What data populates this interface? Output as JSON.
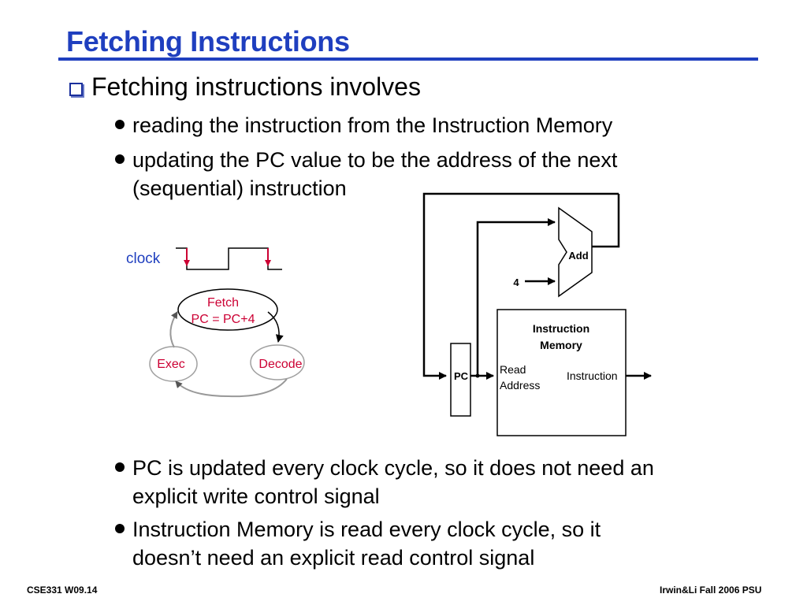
{
  "slide": {
    "title": "Fetching Instructions",
    "bullet": "Fetching instructions involves",
    "sub_bullets": [
      {
        "lines": [
          "reading the instruction from the Instruction Memory"
        ]
      },
      {
        "lines": [
          "updating the PC value to be the address of the next",
          "(sequential) instruction"
        ]
      },
      {
        "lines": [
          "PC is updated every clock cycle, so it does not need an",
          "explicit write control signal"
        ]
      },
      {
        "lines": [
          "Instruction Memory is read every clock cycle, so it",
          "doesn’t need an explicit read control signal"
        ]
      }
    ]
  },
  "clock_diagram": {
    "clock_label": "clock",
    "fetch_line1": "Fetch",
    "fetch_line2": "PC = PC+4",
    "exec_label": "Exec",
    "decode_label": "Decode"
  },
  "datapath": {
    "adder_label": "Add",
    "constant_label": "4",
    "pc_label": "PC",
    "memory_title_line1": "Instruction",
    "memory_title_line2": "Memory",
    "read_address_line1": "Read",
    "read_address_line2": "Address",
    "instruction_output": "Instruction"
  },
  "footer": {
    "left": "CSE331  W09.14",
    "right": "Irwin&Li Fall 2006 PSU"
  },
  "colors": {
    "title": "#1f3fbf",
    "clock_label": "#1f3fbf",
    "state_text": "#cc0033",
    "clock_edge_arrow": "#cc0033",
    "state_bubble_border": "#a0a0a0"
  }
}
